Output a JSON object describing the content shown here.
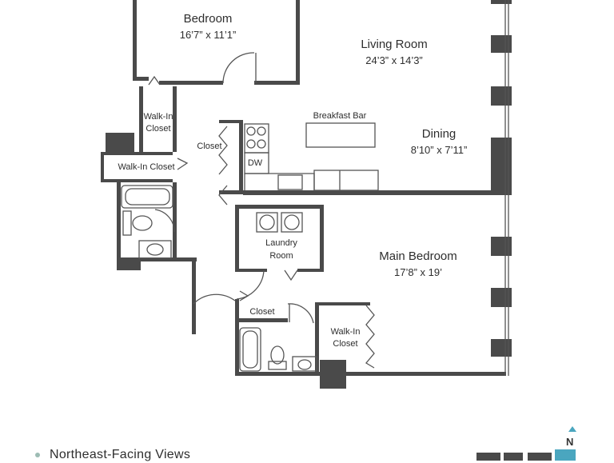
{
  "rooms": {
    "bedroom": {
      "name": "Bedroom",
      "size": "16’7” x 11’1”"
    },
    "living_room": {
      "name": "Living Room",
      "size": "24’3” x 14’3”"
    },
    "dining": {
      "name": "Dining",
      "size": "8’10” x 7’11”"
    },
    "main_bedroom": {
      "name": "Main Bedroom",
      "size": "17’8” x 19’"
    },
    "laundry": {
      "name_line1": "Laundry",
      "name_line2": "Room"
    },
    "walkin_closet_upper": {
      "line1": "Walk-In",
      "line2": "Closet"
    },
    "walkin_closet_middle": {
      "name": "Walk-In Closet"
    },
    "walkin_closet_main": {
      "line1": "Walk-In",
      "line2": "Closet"
    },
    "closet_hall": {
      "name": "Closet"
    },
    "closet_lower": {
      "name": "Closet"
    }
  },
  "fixtures": {
    "breakfast_bar": "Breakfast Bar",
    "dishwasher": "DW"
  },
  "legend": {
    "views_label": "Northeast-Facing Views",
    "views_color": "#9dbcb4"
  },
  "compass": {
    "label": "N"
  },
  "colors": {
    "wall": "#4a4a4a",
    "line": "#555555",
    "view_accent": "#4aa6bf"
  }
}
